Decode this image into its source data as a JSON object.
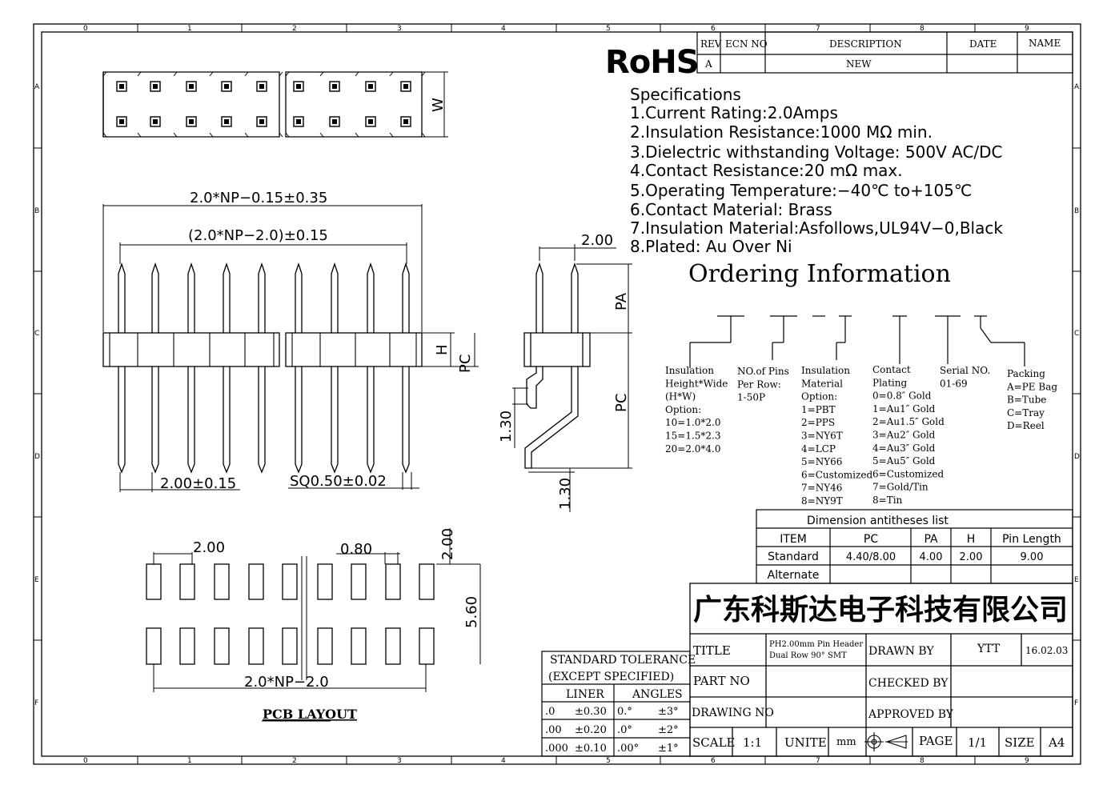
{
  "frame": {
    "columns": [
      "0",
      "1",
      "2",
      "3",
      "4",
      "5",
      "6",
      "7",
      "8",
      "9"
    ],
    "rows": [
      "A",
      "B",
      "C",
      "D",
      "E",
      "F"
    ]
  },
  "rohs": "RoHS",
  "revision": {
    "headers": [
      "REV",
      "ECN NO",
      "DESCRIPTION",
      "DATE",
      "NAME"
    ],
    "row": {
      "rev": "A",
      "description": "NEW"
    }
  },
  "specifications": {
    "title": "Specifications",
    "items": [
      "1.Current  Rating:2.0Amps",
      "2.Insulation  Resistance:1000  MΩ  min.",
      "3.Dielectric  withstanding  Voltage:   500V AC/DC",
      "4.Contact  Resistance:20  mΩ  max.",
      "5.Operating  Temperature:−40℃  to+105℃",
      "6.Contact  Material:  Brass",
      "7.Insulation  Material:Asfollows,UL94V−0,Black",
      "8.Plated:  Au  Over  Ni"
    ]
  },
  "ordering": {
    "title": "Ordering  Information",
    "columns": [
      {
        "title": "Insulation",
        "lines": [
          "Height*Wide",
          "(H*W)",
          "Option:",
          "10=1.0*2.0",
          "15=1.5*2.3",
          "20=2.0*4.0"
        ]
      },
      {
        "title": "NO.of Pins",
        "lines": [
          "Per Row:",
          "1-50P"
        ]
      },
      {
        "title": "Insulation",
        "lines": [
          "Material",
          "Option:",
          "1=PBT",
          "2=PPS",
          "3=NY6T",
          "4=LCP",
          "5=NY66",
          "6=Customized",
          "7=NY46",
          "8=NY9T"
        ]
      },
      {
        "title": "Contact",
        "lines": [
          "Plating",
          "0=0.8″ Gold",
          "1=Au1″ Gold",
          "2=Au1.5″ Gold",
          "3=Au2″ Gold",
          "4=Au3″ Gold",
          "5=Au5″ Gold",
          "6=Customized",
          "7=Gold/Tin",
          "8=Tin"
        ]
      },
      {
        "title": "Serial NO.",
        "lines": [
          "01-69"
        ]
      },
      {
        "title": "Packing",
        "lines": [
          "A=PE Bag",
          "B=Tube",
          "C=Tray",
          "D=Reel"
        ]
      }
    ]
  },
  "dimensions": {
    "top_width": "W",
    "overall": "2.0*NP−0.15±0.35",
    "pitch_span": "(2.0*NP−2.0)±0.15",
    "pitch": "2.00±0.15",
    "pin_square": "SQ0.50±0.02",
    "height": "H",
    "pc_front": "PC",
    "side_pitch": "2.00",
    "pa": "PA",
    "pc_side": "PC",
    "side_130a": "1.30",
    "side_130b": "1.30"
  },
  "pcb": {
    "pitch": "2.00",
    "gap": "0.80",
    "pad_width": "2.00",
    "rows_span": "5.60",
    "span": "2.0*NP−2.0",
    "title": "PCB LAYOUT"
  },
  "antitheses": {
    "title": "Dimension  antitheses  list",
    "headers": [
      "ITEM",
      "PC",
      "PA",
      "H",
      "Pin Length"
    ],
    "rows": [
      [
        "Standard",
        "4.40/8.00",
        "4.00",
        "2.00",
        "9.00"
      ],
      [
        "Alternate",
        "",
        "",
        "",
        ""
      ]
    ]
  },
  "company": "广东科斯达电子科技有限公司",
  "tolerance": {
    "title1": "STANDARD  TOLERANCE",
    "title2": "(EXCEPT   SPECIFIED)",
    "liner": "LINER",
    "angles": "ANGLES",
    "rows": [
      [
        ".0",
        "±0.30",
        "0.°",
        "±3°"
      ],
      [
        ".00",
        "±0.20",
        ".0°",
        "±2°"
      ],
      [
        ".000",
        "±0.10",
        ".00°",
        "±1°"
      ]
    ]
  },
  "titleblock": {
    "title_label": "TITLE",
    "title_line1": "PH2.00mm Pin Header",
    "title_line2": "Dual Row 90° SMT",
    "drawn_by_label": "DRAWN BY",
    "drawn_by": "YTT",
    "date": "16.02.03",
    "part_no_label": "PART NO",
    "checked_by_label": "CHECKED BY",
    "drawing_no_label": "DRAWING NO",
    "approved_by_label": "APPROVED BY",
    "scale_label": "SCALE",
    "scale": "1:1",
    "unite_label": "UNITE",
    "unit": "mm",
    "page_label": "PAGE",
    "page": "1/1",
    "size_label": "SIZE",
    "size": "A4"
  }
}
